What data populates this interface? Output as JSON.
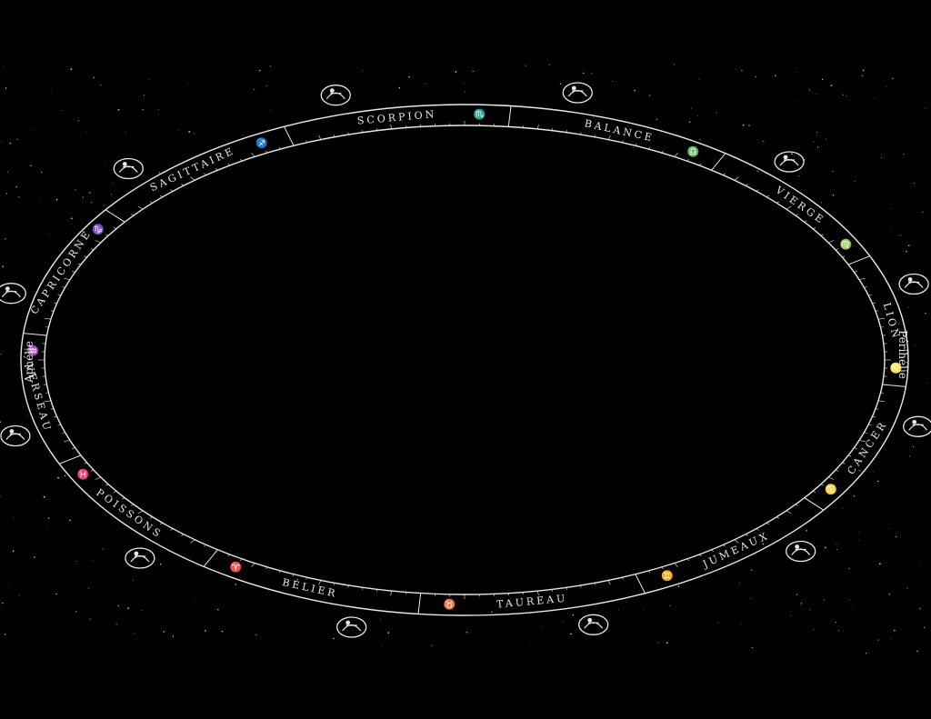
{
  "signs": [
    {
      "name": "BALANCE",
      "symbol": "♎",
      "figure": "libra-figure-icon"
    },
    {
      "name": "VIERGE",
      "symbol": "♍",
      "figure": "virgo-figure-icon"
    },
    {
      "name": "LION",
      "symbol": "♌",
      "figure": "leo-figure-icon"
    },
    {
      "name": "CANCER",
      "symbol": "♋",
      "figure": "cancer-figure-icon"
    },
    {
      "name": "JUMEAUX",
      "symbol": "♊",
      "figure": "gemini-figure-icon"
    },
    {
      "name": "TAUREAU",
      "symbol": "♉",
      "figure": "taurus-figure-icon"
    },
    {
      "name": "BÉLIER",
      "symbol": "♈",
      "figure": "aries-figure-icon"
    },
    {
      "name": "POISSONS",
      "symbol": "♓",
      "figure": "pisces-figure-icon"
    },
    {
      "name": "VERSEAU",
      "symbol": "♒",
      "figure": "aquarius-figure-icon"
    },
    {
      "name": "CAPRICORNE",
      "symbol": "♑",
      "figure": "capricorn-figure-icon"
    },
    {
      "name": "SAGITTAIRE",
      "symbol": "♐",
      "figure": "sagittarius-figure-icon"
    },
    {
      "name": "SCORPION",
      "symbol": "♏",
      "figure": "scorpio-figure-icon"
    }
  ],
  "apsides": {
    "aphelion": "Aphélie",
    "perihelion": "Périhélie"
  },
  "colors": {
    "background": "#000000",
    "ink": "#e8e8e8"
  }
}
